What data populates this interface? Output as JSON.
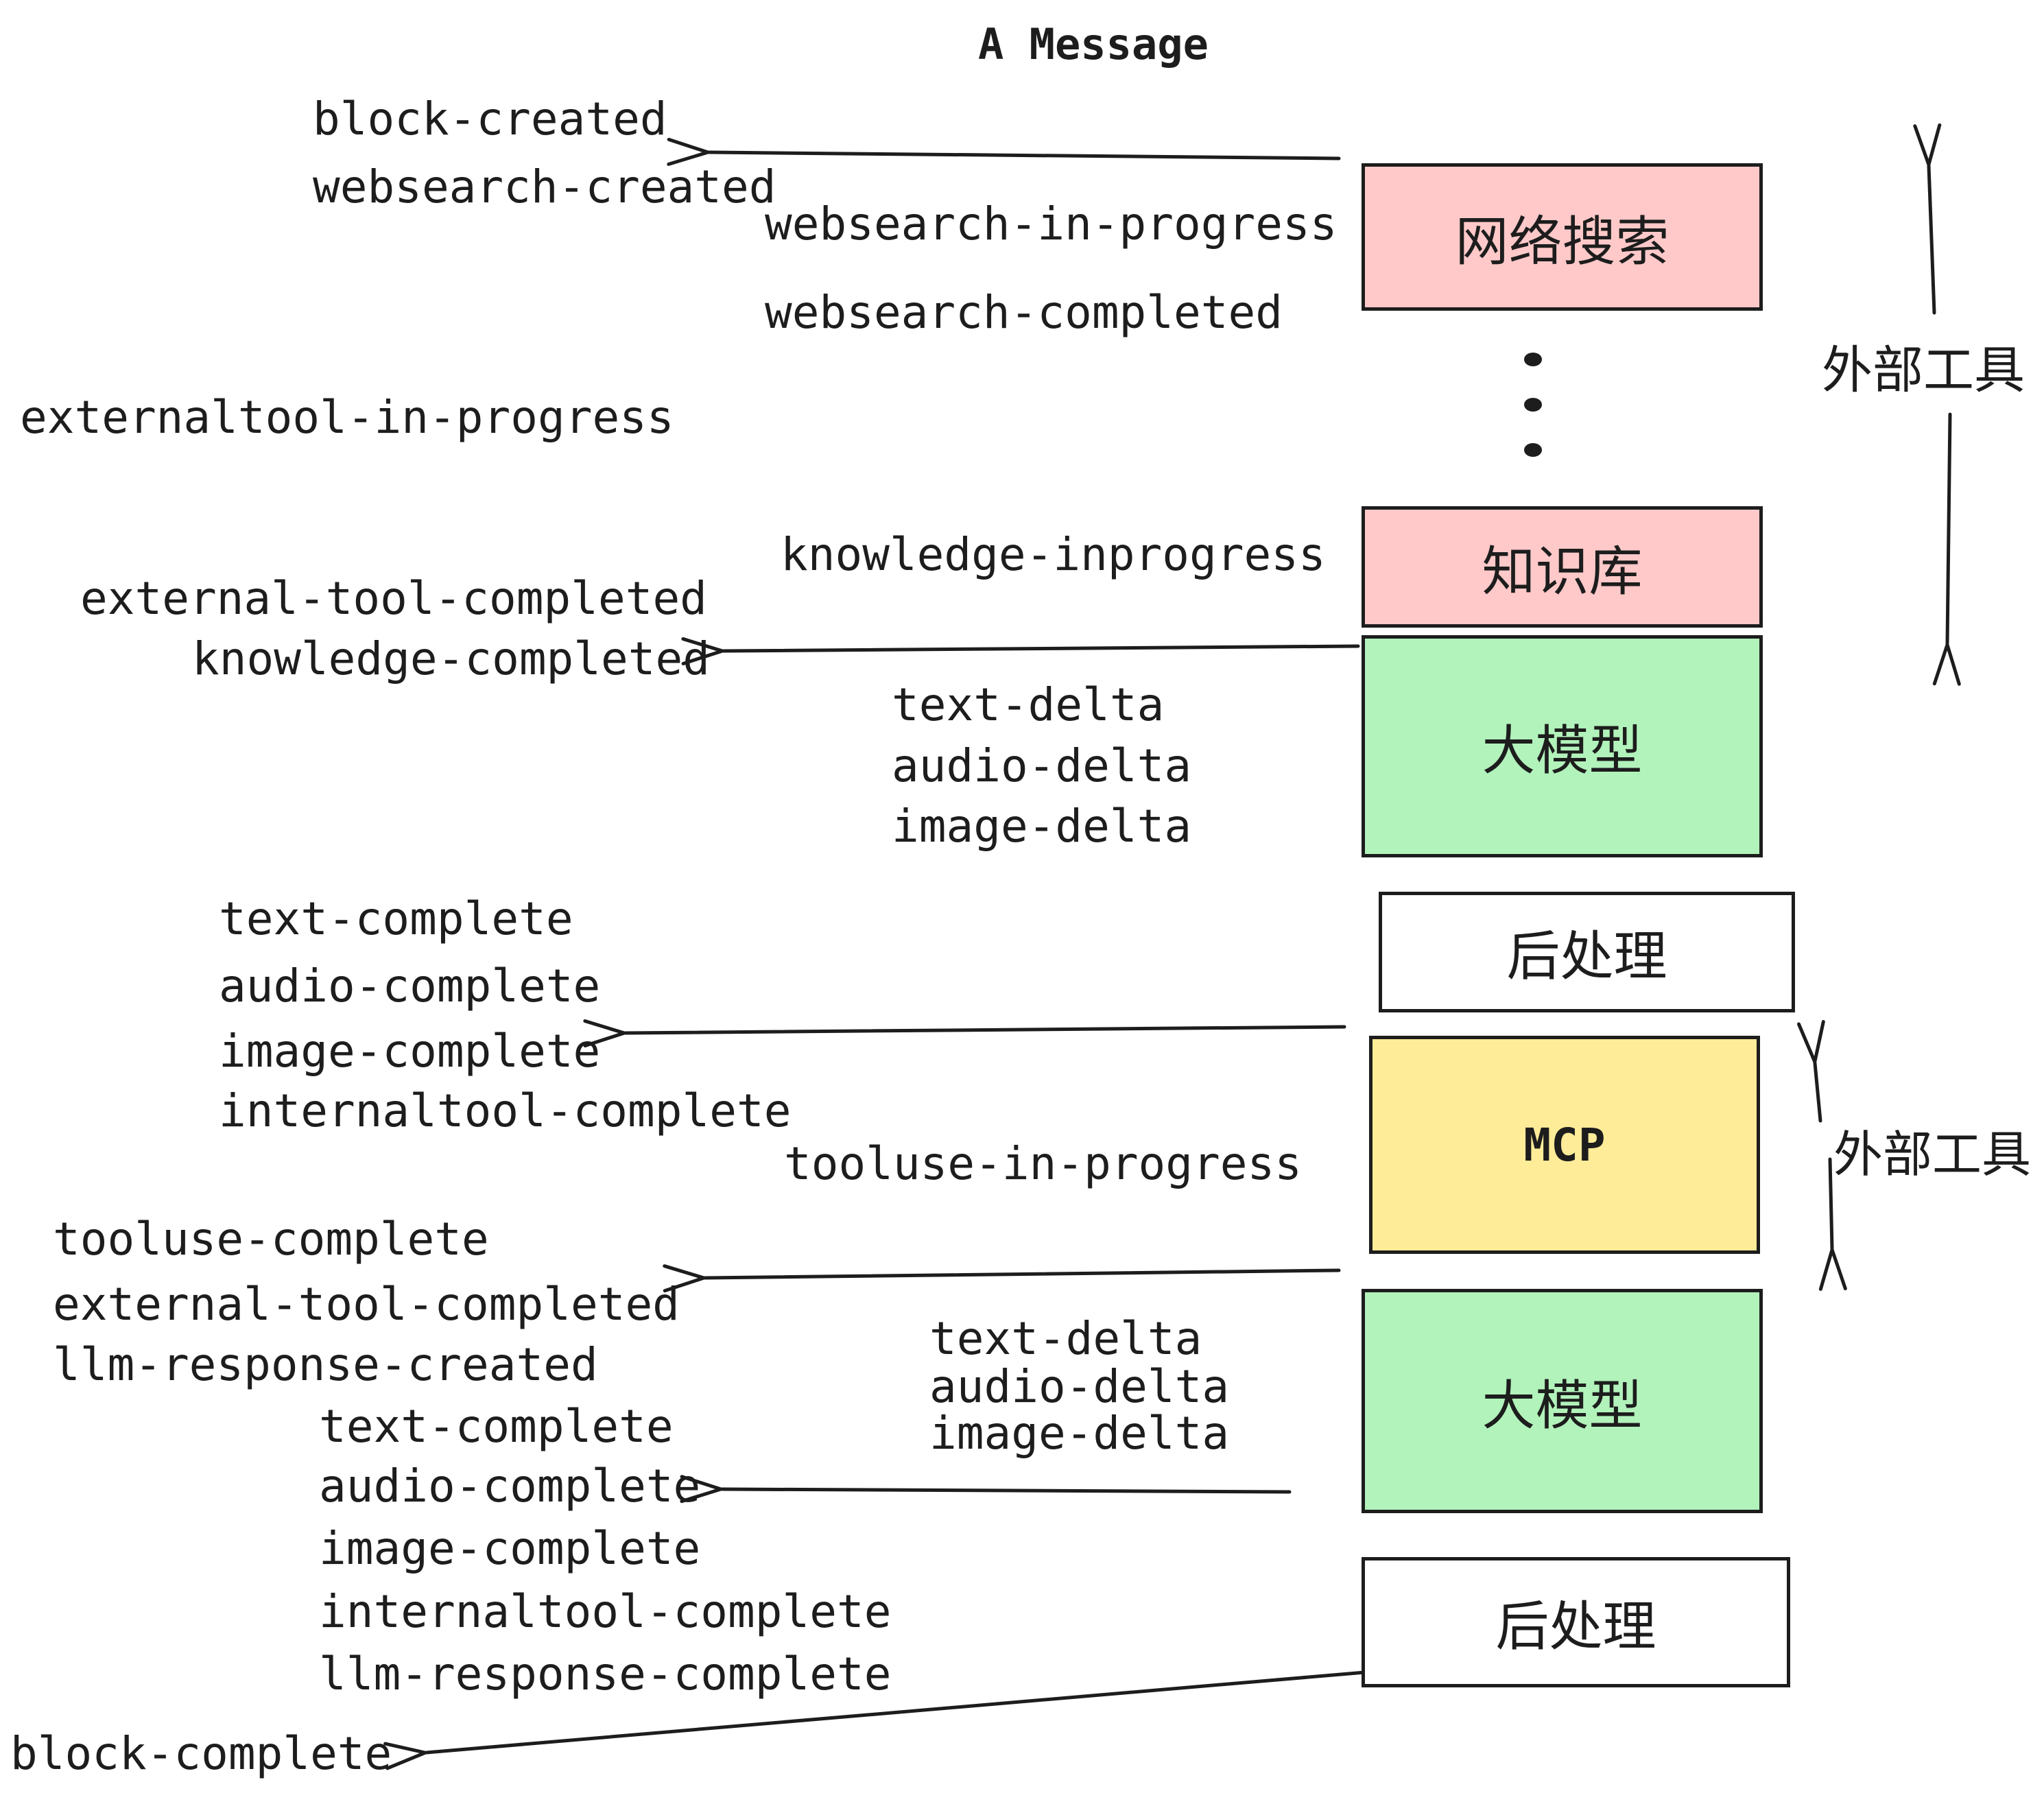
{
  "title": "A Message",
  "colors": {
    "background": "#ffffff",
    "stroke": "#1d1d1d",
    "box_pink": "#ffc9c9",
    "box_green": "#b2f2bb",
    "box_yellow": "#ffec99",
    "box_white": "#ffffff"
  },
  "pipeline_boxes": [
    {
      "id": "websearch",
      "label": "网络搜索",
      "color": "#ffc9c9"
    },
    {
      "id": "knowledge-base",
      "label": "知识库",
      "color": "#ffc9c9"
    },
    {
      "id": "llm-1",
      "label": "大模型",
      "color": "#b2f2bb"
    },
    {
      "id": "postprocess-1",
      "label": "后处理",
      "color": "#ffffff"
    },
    {
      "id": "mcp",
      "label": "MCP",
      "color": "#ffec99"
    },
    {
      "id": "llm-2",
      "label": "大模型",
      "color": "#b2f2bb"
    },
    {
      "id": "postprocess-2",
      "label": "后处理",
      "color": "#ffffff"
    }
  ],
  "side_annotations": [
    {
      "id": "external-tools-top",
      "label": "外部工具"
    },
    {
      "id": "external-tools-bottom",
      "label": "外部工具"
    }
  ],
  "events": [
    {
      "text": "block-created"
    },
    {
      "text": "websearch-created"
    },
    {
      "text": "websearch-in-progress"
    },
    {
      "text": "websearch-completed"
    },
    {
      "text": "externaltool-in-progress"
    },
    {
      "text": "knowledge-inprogress"
    },
    {
      "text": "external-tool-completed"
    },
    {
      "text": "knowledge-completed"
    },
    {
      "text": "text-delta"
    },
    {
      "text": "audio-delta"
    },
    {
      "text": "image-delta"
    },
    {
      "text": "text-complete"
    },
    {
      "text": "audio-complete"
    },
    {
      "text": "image-complete"
    },
    {
      "text": "internaltool-complete"
    },
    {
      "text": "tooluse-in-progress"
    },
    {
      "text": "tooluse-complete"
    },
    {
      "text": "external-tool-completed"
    },
    {
      "text": "llm-response-created"
    },
    {
      "text": "text-delta"
    },
    {
      "text": "audio-delta"
    },
    {
      "text": "image-delta"
    },
    {
      "text": "text-complete"
    },
    {
      "text": "audio-complete"
    },
    {
      "text": "image-complete"
    },
    {
      "text": "internaltool-complete"
    },
    {
      "text": "llm-response-complete"
    },
    {
      "text": "block-complete"
    }
  ]
}
